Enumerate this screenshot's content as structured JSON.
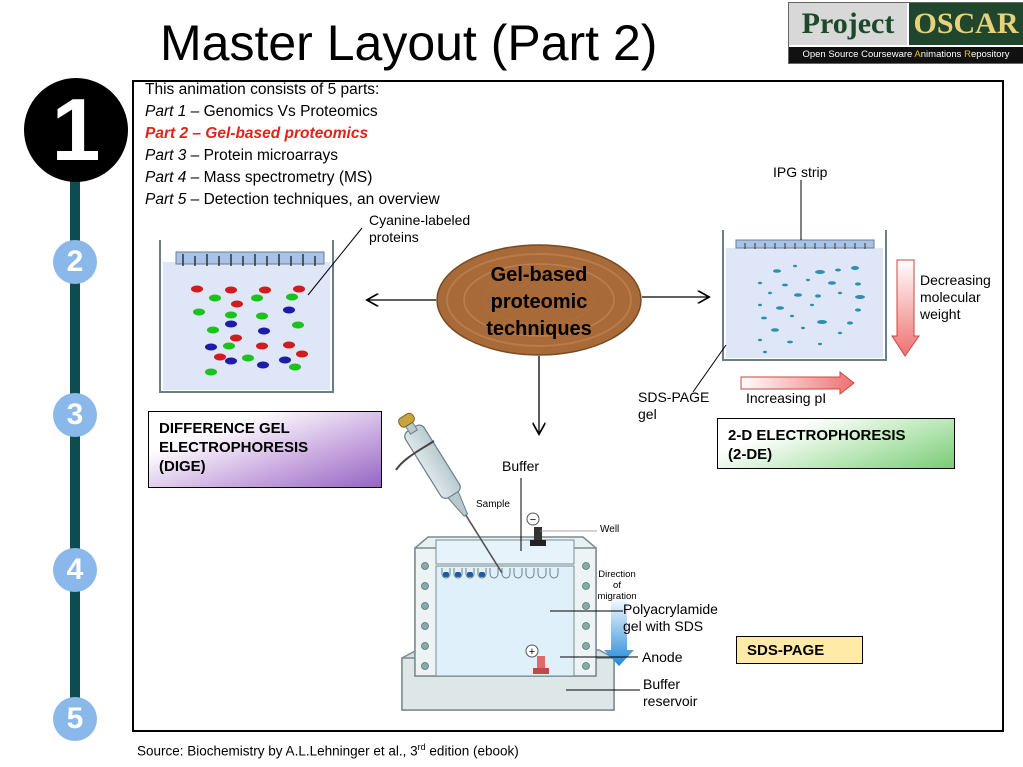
{
  "slide": {
    "title": "Master Layout (Part 2)"
  },
  "logo": {
    "word1": "Project",
    "word2": "OSCAR",
    "tagline_pre": "Open Source Courseware ",
    "tagline_a": "A",
    "tagline_mid": "nimations ",
    "tagline_r": "R",
    "tagline_post": "epository"
  },
  "steps": [
    "1",
    "2",
    "3",
    "4",
    "5"
  ],
  "intro": {
    "heading": "This animation consists of 5 parts:",
    "parts": [
      {
        "prefix": "Part 1",
        "text": " – Genomics Vs Proteomics"
      },
      {
        "prefix": "Part 2 – Gel-based proteomics"
      },
      {
        "prefix": "Part 3",
        "text": " – Protein microarrays"
      },
      {
        "prefix": "Part 4",
        "text": " – Mass spectrometry (MS)"
      },
      {
        "prefix": "Part 5",
        "text": " – Detection techniques, an overview"
      }
    ]
  },
  "diagram": {
    "central": "Gel-based proteomic techniques",
    "central_lines": [
      "Gel-based",
      "proteomic",
      "techniques"
    ],
    "cyanine_label_lines": [
      "Cyanine-labeled",
      "proteins"
    ],
    "dige_lines": [
      "DIFFERENCE GEL",
      "ELECTROPHORESIS",
      "(DIGE)"
    ],
    "ipg_label": "IPG strip",
    "decreasing_lines": [
      "Decreasing",
      "molecular",
      "weight"
    ],
    "sds_page_gel_lines": [
      "SDS-PAGE",
      "gel"
    ],
    "increasing_label": "Increasing pI",
    "twode_lines": [
      "2-D ELECTROPHORESIS",
      "(2-DE)"
    ],
    "buffer_label": "Buffer",
    "sample_label": "Sample",
    "well_label": "Well",
    "direction_lines": [
      "Direction",
      "of",
      "migration"
    ],
    "minus_sign": "−",
    "plus_sign": "+",
    "polyacrylamide_lines": [
      "Polyacrylamide",
      "gel with SDS"
    ],
    "anode_label": "Anode",
    "reservoir_lines": [
      "Buffer",
      "reservoir"
    ],
    "sds_page_label": "SDS-PAGE"
  },
  "source": {
    "pre": "Source: Biochemistry by A.L.Lehninger et al., 3",
    "sup": "rd",
    "post": " edition (ebook)"
  },
  "colors": {
    "highlight": "#e0241c",
    "timeline": "#0e4d4f",
    "step_circle": "#8ab8ea"
  }
}
